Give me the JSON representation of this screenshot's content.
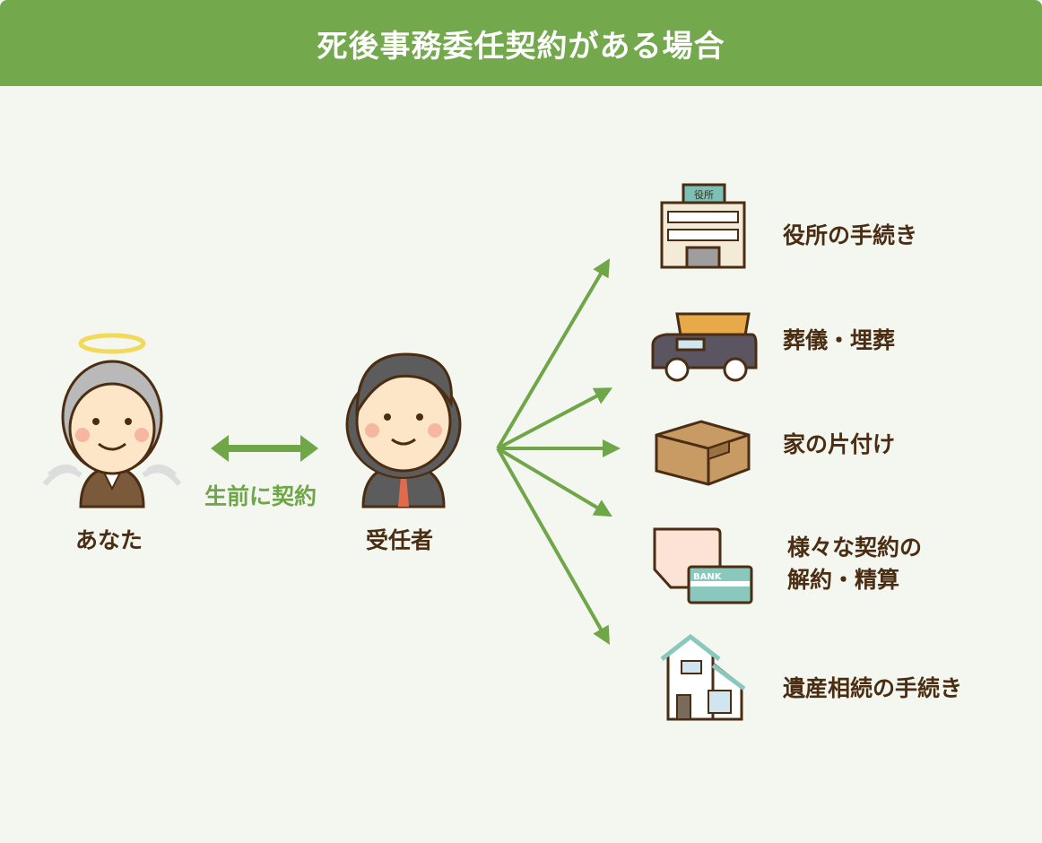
{
  "title": "死後事務委任契約がある場合",
  "people": {
    "you": "あなた",
    "agent": "受任者"
  },
  "contract_label": "生前に契約",
  "tasks": [
    {
      "icon": "city-office-icon",
      "label": "役所の手続き",
      "sign": "役所"
    },
    {
      "icon": "hearse-icon",
      "label": "葬儀・埋葬"
    },
    {
      "icon": "cardboard-box-icon",
      "label": "家の片付け"
    },
    {
      "icon": "bankbook-icon",
      "label_line1": "様々な契約の",
      "label_line2": "解約・精算",
      "bank_text": "BANK"
    },
    {
      "icon": "house-icon",
      "label": "遺産相続の手続き"
    }
  ],
  "colors": {
    "header": "#73a84c",
    "background": "#f4f7f0",
    "text": "#4a2d12",
    "arrow": "#6ea648"
  }
}
